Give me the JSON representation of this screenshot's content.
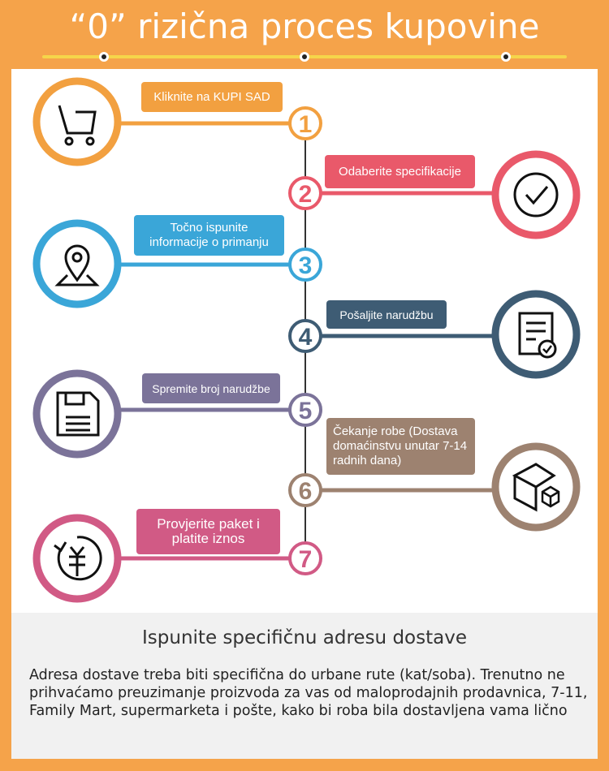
{
  "title": "“0” rizična proces kupovine",
  "steps": [
    {
      "number": "1",
      "label": "Kliknite na KUPI SAD",
      "icon": "shopping-cart-icon",
      "color": "#f2a040",
      "side": "left"
    },
    {
      "number": "2",
      "label": "Odaberite specifikacije",
      "icon": "check-circle-icon",
      "color": "#e9596a",
      "side": "right"
    },
    {
      "number": "3",
      "label": "Točno ispunite informacije o primanju",
      "icon": "location-pin-icon",
      "color": "#3aa6d8",
      "side": "left"
    },
    {
      "number": "4",
      "label": "Pošaljite narudžbu",
      "icon": "document-check-icon",
      "color": "#3e5c74",
      "side": "right"
    },
    {
      "number": "5",
      "label": "Spremite broj narudžbe",
      "icon": "floppy-disk-icon",
      "color": "#7b7399",
      "side": "left"
    },
    {
      "number": "6",
      "label": "Čekanje robe  (Dostava domaćinstvu unutar 7-14 radnih dana)",
      "icon": "package-box-icon",
      "color": "#9d8270",
      "side": "right"
    },
    {
      "number": "7",
      "label": "Provjerite paket i platite iznos",
      "icon": "yen-payment-icon",
      "color": "#d15a85",
      "side": "left"
    }
  ],
  "notice": {
    "title": "Ispunite specifičnu adresu dostave",
    "body": "Adresa dostave treba biti specifična do urbane rute (kat/soba). Trenutno ne prihvaćamo preuzimanje proizvoda za vas od maloprodajnih prodavnica, 7-11, Family Mart, supermarketa i pošte, kako bi roba bila dostavljena vama lično"
  }
}
